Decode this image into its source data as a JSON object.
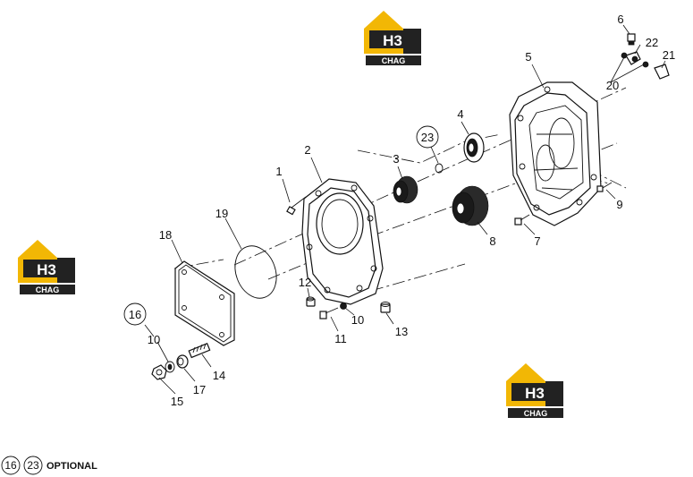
{
  "parts": {
    "p1": "1",
    "p2": "2",
    "p3": "3",
    "p4": "4",
    "p5": "5",
    "p6": "6",
    "p7": "7",
    "p8": "8",
    "p9": "9",
    "p10a": "10",
    "p10b": "10",
    "p11": "11",
    "p12": "12",
    "p13": "13",
    "p14": "14",
    "p15": "15",
    "p16": "16",
    "p17": "17",
    "p18": "18",
    "p19": "19",
    "p20": "20",
    "p21": "21",
    "p22": "22",
    "p23": "23"
  },
  "logo": {
    "letters": "H3",
    "caption": "CHAG",
    "primary_color": "#f2b705",
    "dark_color": "#222222"
  },
  "legend": {
    "circle_a": "16",
    "circle_b": "23",
    "label": "OPTIONAL"
  }
}
